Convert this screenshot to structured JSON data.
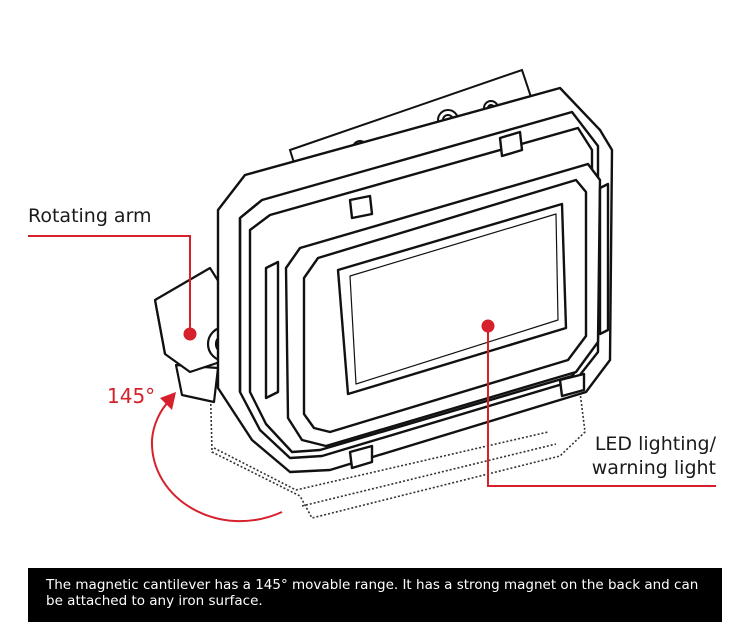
{
  "callouts": {
    "rotating_arm": "Rotating arm",
    "led_line1": "LED lighting/",
    "led_line2": "warning light",
    "angle": "145°"
  },
  "caption": "The magnetic cantilever has a 145° movable range. It has a strong magnet on the back and can be attached to any iron surface.",
  "colors": {
    "accent": "#d6202b",
    "outline": "#111111",
    "caption_bg": "#000000",
    "caption_text": "#ffffff"
  }
}
